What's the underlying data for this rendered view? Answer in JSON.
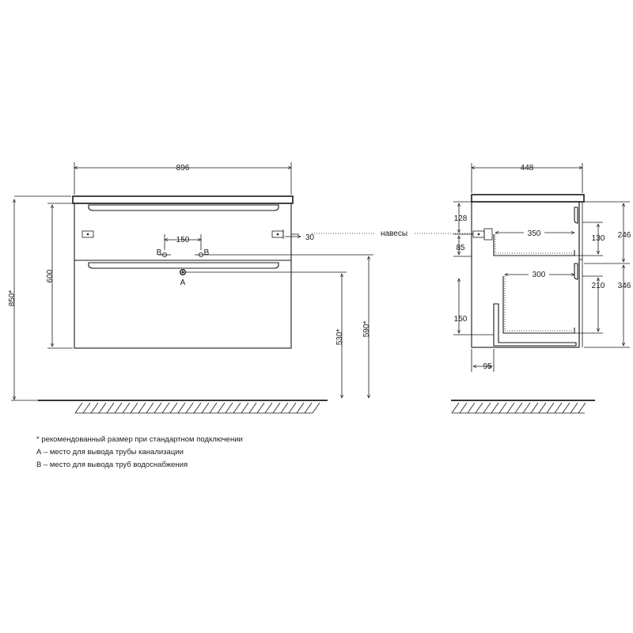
{
  "front": {
    "width": "896",
    "total_height": "850*",
    "body_height": "600",
    "pipes_spacing": "150",
    "hinge_offset": "30",
    "label_b_left": "B",
    "label_b_right": "B",
    "label_a": "A",
    "height_530": "530*",
    "height_590": "590*"
  },
  "hinges_label": "навесы",
  "side": {
    "depth": "448",
    "d128": "128",
    "d85": "85",
    "d150": "150",
    "d95": "95",
    "d350": "350",
    "d300": "300",
    "d130": "130",
    "d210": "210",
    "d246": "246",
    "d346": "346"
  },
  "notes": [
    "* рекомендованный размер при стандартном подключении",
    "А – место для вывода трубы канализации",
    "В – место для вывода труб водоснабжения"
  ]
}
